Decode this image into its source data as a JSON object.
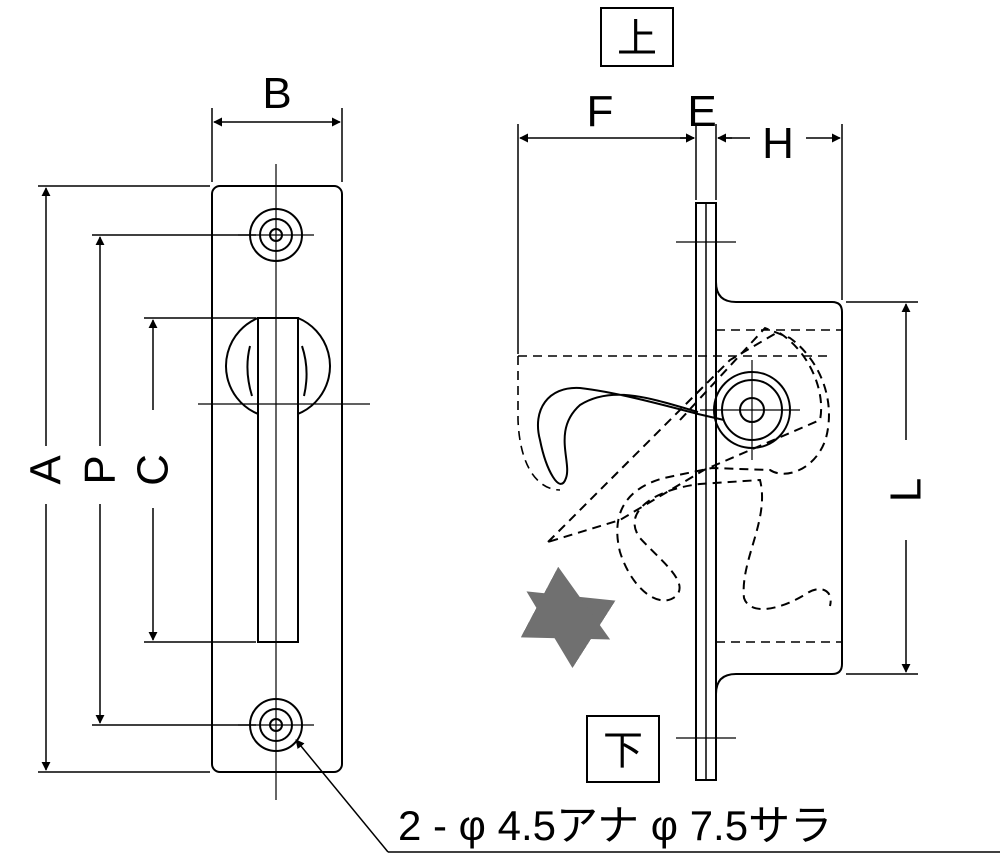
{
  "labels": {
    "dim_a": "A",
    "dim_p": "P",
    "dim_c": "C",
    "dim_b": "B",
    "dim_f": "F",
    "dim_e": "E",
    "dim_h": "H",
    "dim_l": "L",
    "top": "上",
    "bottom": "下"
  },
  "note": "2 - φ 4.5アナ φ 7.5サラ",
  "colors": {
    "line": "#000000",
    "arrow": "#707070",
    "background": "#ffffff"
  }
}
